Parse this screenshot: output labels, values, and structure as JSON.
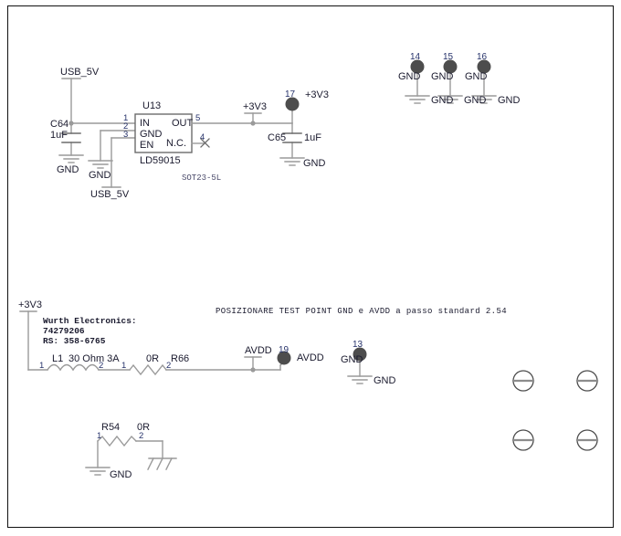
{
  "sheet": {
    "title": "Power supply / test point schematic sheet",
    "background": "#ffffff",
    "wire_color": "#9a9a9a",
    "text_color": "#1a1a2e",
    "pin_color": "#27336b",
    "testpoint_color": "#4d4d4d",
    "frame_color": "#111111"
  },
  "regulator": {
    "refdes": "U13",
    "part": "LD59015",
    "package": "SOT23-5L",
    "pins": {
      "in": {
        "number": "1",
        "name": "IN"
      },
      "gnd": {
        "number": "2",
        "name": "GND"
      },
      "en": {
        "number": "3",
        "name": "EN"
      },
      "nc": {
        "number": "4",
        "name": "N.C."
      },
      "out": {
        "number": "5",
        "name": "OUT"
      }
    },
    "nets": {
      "input": "USB_5V",
      "enable": "USB_5V",
      "output": "+3V3"
    }
  },
  "capacitors": [
    {
      "refdes": "C64",
      "value": "1uF",
      "gnd_label": "GND"
    },
    {
      "refdes": "C65",
      "value": "1uF",
      "gnd_label": "GND"
    }
  ],
  "ground_labels": {
    "u13_pin2": "GND",
    "c64": "GND",
    "c65": "GND"
  },
  "testpoints": [
    {
      "number": "17",
      "net_label": "+3V3",
      "overlay_label": ""
    },
    {
      "number": "14",
      "net_label": "GND",
      "overlay_label": "GND",
      "ground_symbol_label": "GND"
    },
    {
      "number": "15",
      "net_label": "GND",
      "overlay_label": "GND",
      "ground_symbol_label": "GND"
    },
    {
      "number": "16",
      "net_label": "GND",
      "overlay_label": "GND",
      "ground_symbol_label": "GND"
    },
    {
      "number": "19",
      "net_label": "AVDD",
      "overlay_label": "AVDD"
    },
    {
      "number": "13",
      "net_label": "GND",
      "overlay_label": "GND",
      "ground_symbol_label": "GND"
    }
  ],
  "note": {
    "text": "POSIZIONARE TEST POINT GND e AVDD a passo standard 2.54"
  },
  "manufacturer_note": {
    "line1": "Wurth Electronics:",
    "line2": "74279206",
    "line3": "RS: 358-6765"
  },
  "filter_branch": {
    "source_net": "+3V3",
    "inductor": {
      "refdes": "L1",
      "value": "30 Ohm 3A",
      "pin1": "1",
      "pin2": "2"
    },
    "resistor": {
      "refdes": "R66",
      "value": "0R",
      "pin1": "1",
      "pin2": "2"
    },
    "output_net": "AVDD"
  },
  "ground_link": {
    "resistor": {
      "refdes": "R54",
      "value": "0R",
      "pin1": "1",
      "pin2": "2"
    },
    "left_symbol_label": "GND",
    "right_symbol": "chassis-earth"
  },
  "mounting_holes": {
    "count": 4,
    "symbol": "slotted-screw"
  }
}
